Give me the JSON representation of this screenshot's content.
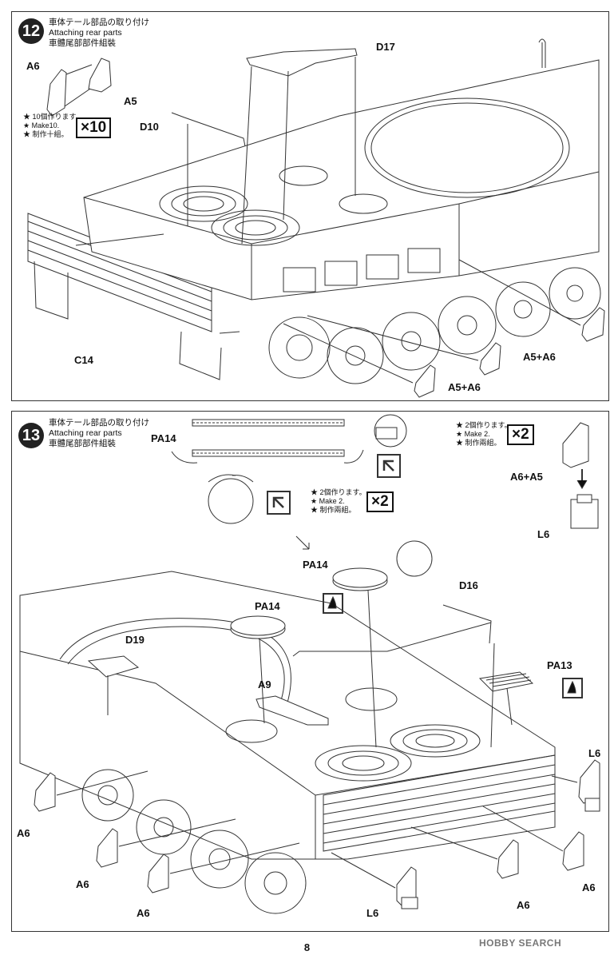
{
  "steps": [
    {
      "number": "12",
      "title_jp": "車体テール部品の取り付け",
      "title_en": "Attaching rear parts",
      "title_cn": "車體尾部部件組裝"
    },
    {
      "number": "13",
      "title_jp": "車体テール部品の取り付け",
      "title_en": "Attaching rear parts",
      "title_cn": "車體尾部部件組裝"
    }
  ],
  "step12": {
    "labels": {
      "a6": "A6",
      "a5": "A5",
      "d10": "D10",
      "d17": "D17",
      "c14": "C14",
      "a5a6_1": "A5+A6",
      "a5a6_2": "A5+A6"
    },
    "note": [
      "★ 10個作ります。",
      "★ Make10.",
      "★ 制作十組。"
    ],
    "multiplier": "×10"
  },
  "step13": {
    "labels": {
      "pa14_top": "PA14",
      "pa14_mid": "PA14",
      "pa14_left": "PA14",
      "d16": "D16",
      "d19": "D19",
      "a9": "A9",
      "pa13": "PA13",
      "a6a5": "A6+A5",
      "l6_top": "L6",
      "l6_right": "L6",
      "l6_bottom": "L6",
      "a6_1": "A6",
      "a6_2": "A6",
      "a6_3": "A6",
      "a6_4": "A6",
      "a6_5": "A6"
    },
    "note_a": [
      "★ 2個作ります。",
      "★ Make 2.",
      "★ 制作兩組。"
    ],
    "note_b": [
      "★ 2個作ります。",
      "★ Make 2.",
      "★ 制作兩組。"
    ],
    "multiplier_a": "×2",
    "multiplier_b": "×2"
  },
  "page_number": "8",
  "watermark": "HOBBY SEARCH"
}
